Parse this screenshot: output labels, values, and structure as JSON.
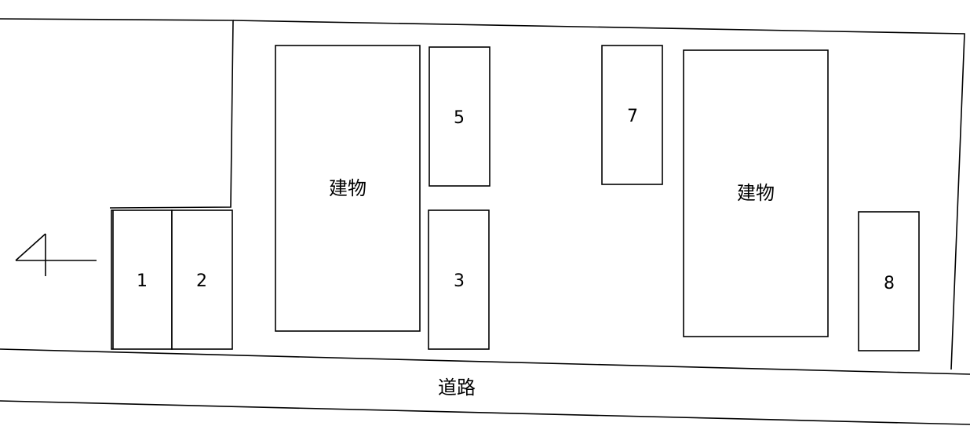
{
  "buildings": [
    {
      "id": "building-left",
      "label": "建物"
    },
    {
      "id": "building-right",
      "label": "建物"
    }
  ],
  "parking_spaces": [
    {
      "id": "1",
      "label": "1"
    },
    {
      "id": "2",
      "label": "2"
    },
    {
      "id": "3",
      "label": "3"
    },
    {
      "id": "5",
      "label": "5"
    },
    {
      "id": "7",
      "label": "7"
    },
    {
      "id": "8",
      "label": "8"
    }
  ],
  "road": {
    "label": "道路"
  }
}
